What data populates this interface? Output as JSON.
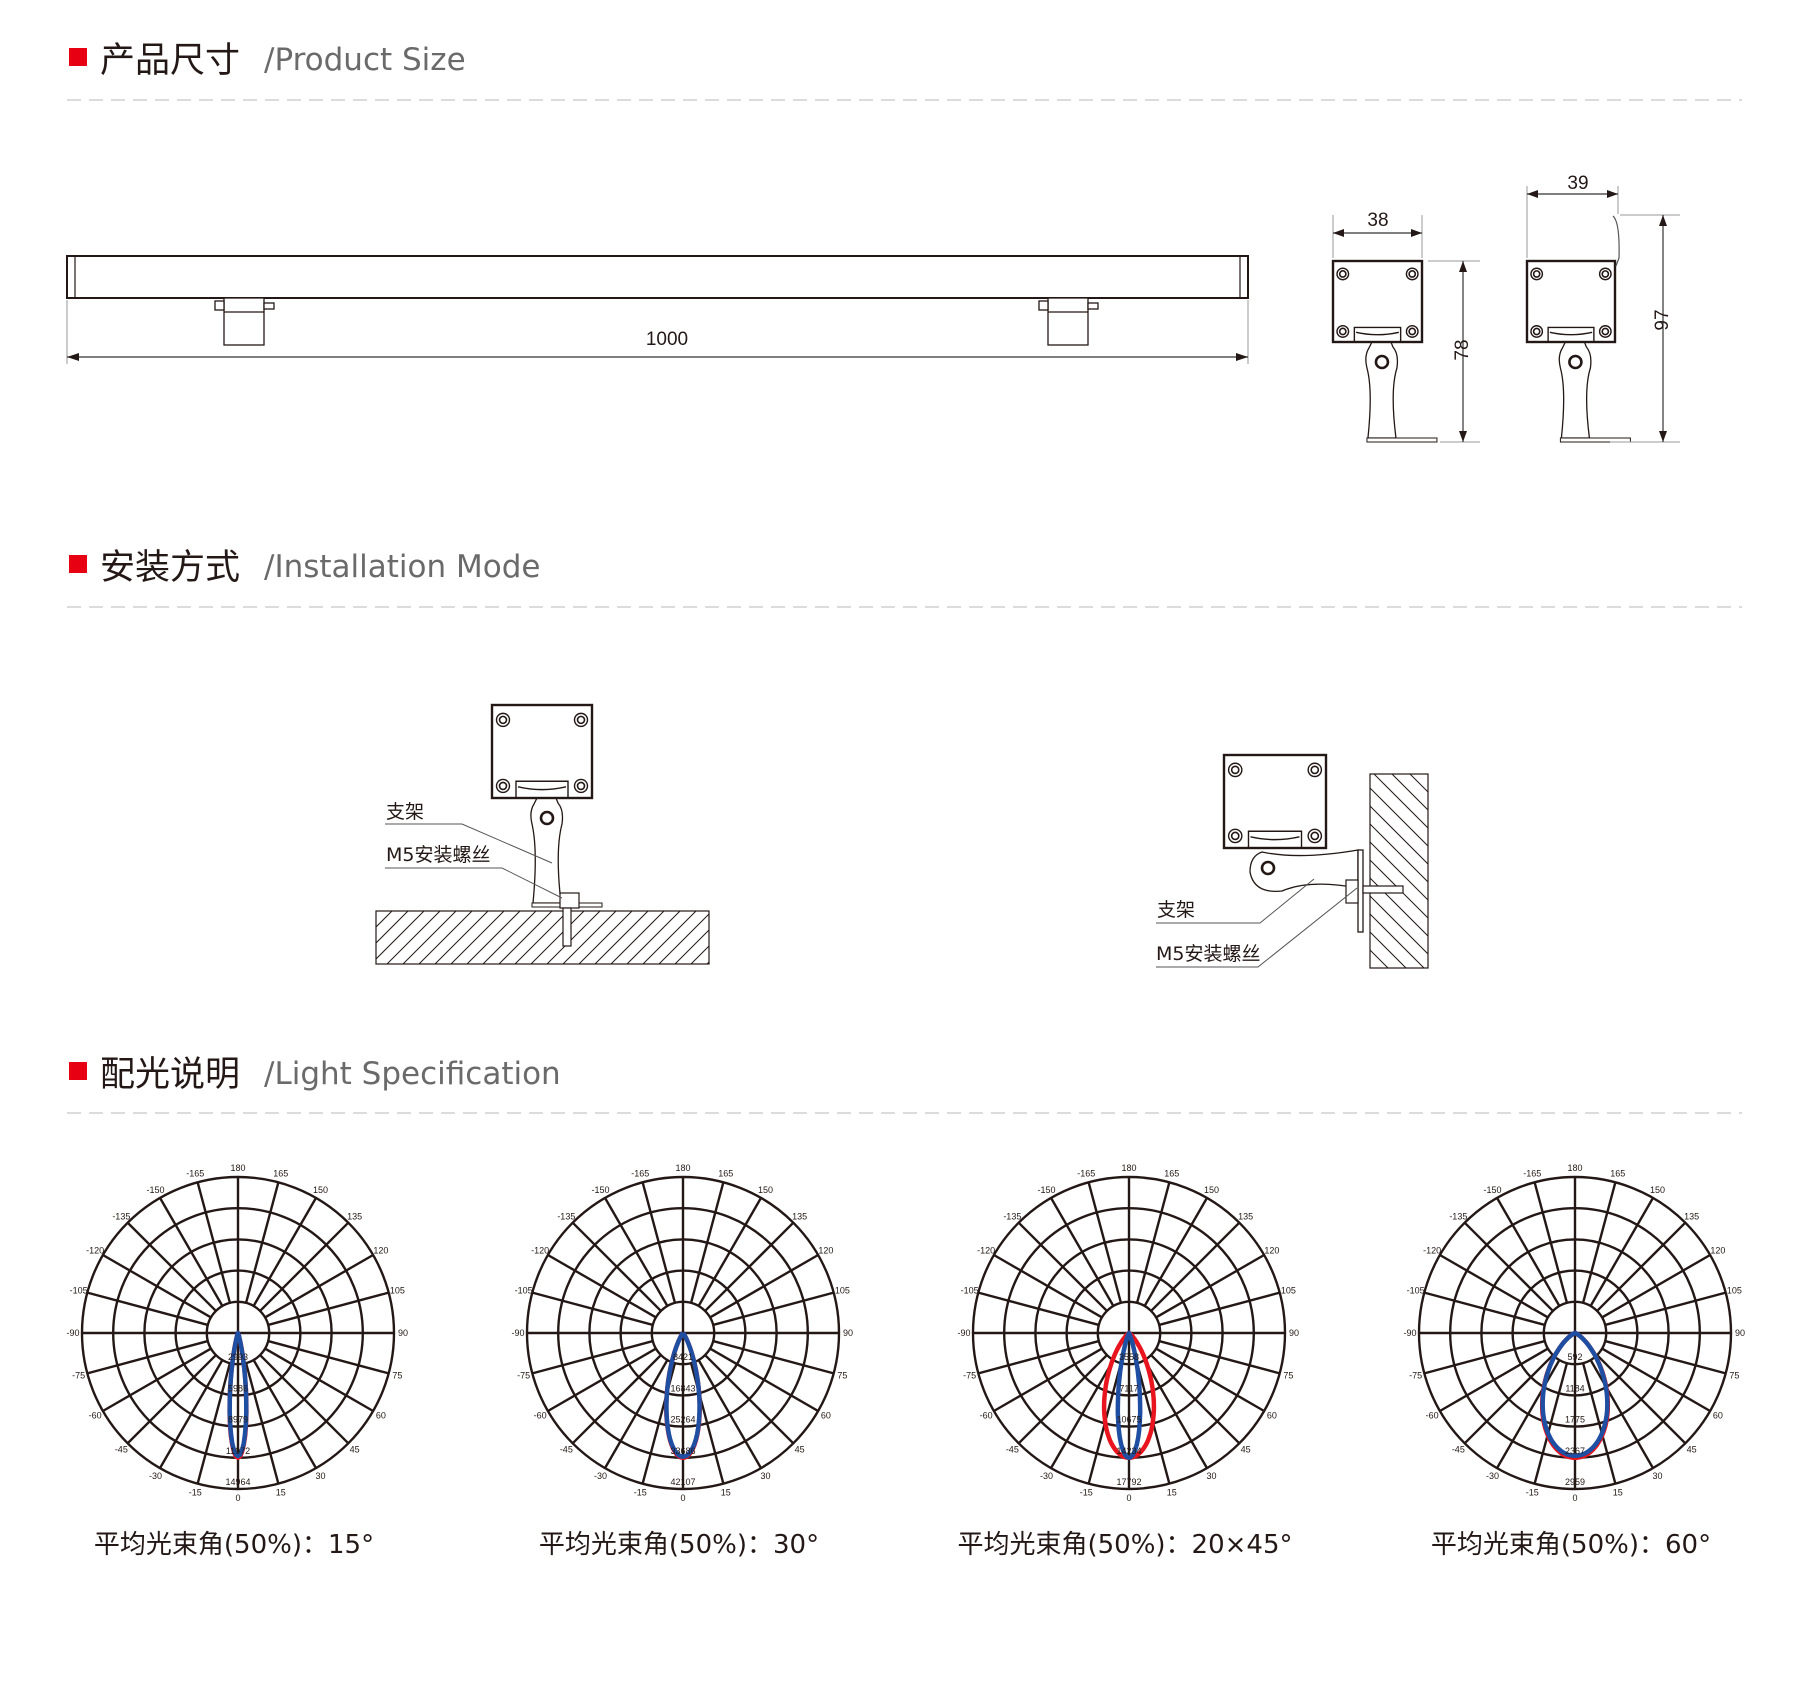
{
  "sections": {
    "size": {
      "title_cn": "产品尺寸",
      "title_en": "/Product Size"
    },
    "install": {
      "title_cn": "安装方式",
      "title_en": "/Installation Mode"
    },
    "light": {
      "title_cn": "配光说明",
      "title_en": "/Light Specification"
    }
  },
  "dimensions": {
    "length": "1000",
    "width_a": "38",
    "height_a": "78",
    "width_b": "39",
    "height_b": "97"
  },
  "install_labels": {
    "bracket": "支架",
    "screw": "M5安装螺丝"
  },
  "colors": {
    "accent": "#e60012",
    "curve_red": "#e8141e",
    "curve_blue": "#1f4fa3",
    "grid": "#231815",
    "divider": "#dcdcdc"
  },
  "chart_data": [
    {
      "type": "polar",
      "angle_ticks": [
        "180",
        "165",
        "150",
        "135",
        "120",
        "105",
        "90",
        "75",
        "60",
        "45",
        "30",
        "15",
        "0",
        "-15",
        "-30",
        "-45",
        "-60",
        "-75",
        "-90",
        "-105",
        "-120",
        "-135",
        "-150",
        "-165"
      ],
      "radial_ticks": [
        "2993",
        "5986",
        "8979",
        "11972",
        "14964"
      ],
      "radial_max": 14964,
      "caption": "平均光束角(50%)：15°",
      "series": [
        {
          "color": "#e8141e",
          "beam_angle": 15,
          "peak": 11972
        },
        {
          "color": "#1f4fa3",
          "beam_angle": 15,
          "peak": 11800
        }
      ]
    },
    {
      "type": "polar",
      "angle_ticks": [
        "180",
        "165",
        "150",
        "135",
        "120",
        "105",
        "90",
        "75",
        "60",
        "45",
        "30",
        "15",
        "0",
        "-15",
        "-30",
        "-45",
        "-60",
        "-75",
        "-90",
        "-105",
        "-120",
        "-135",
        "-150",
        "-165"
      ],
      "radial_ticks": [
        "8421",
        "16843",
        "25264",
        "33686",
        "42107"
      ],
      "radial_max": 42107,
      "caption": "平均光束角(50%)：30°",
      "series": [
        {
          "color": "#e8141e",
          "beam_angle": 30,
          "peak": 33686
        },
        {
          "color": "#1f4fa3",
          "beam_angle": 30,
          "peak": 33400
        }
      ]
    },
    {
      "type": "polar",
      "angle_ticks": [
        "180",
        "165",
        "150",
        "135",
        "120",
        "105",
        "90",
        "75",
        "60",
        "45",
        "30",
        "15",
        "0",
        "-15",
        "-30",
        "-45",
        "-60",
        "-75",
        "-90",
        "-105",
        "-120",
        "-135",
        "-150",
        "-165"
      ],
      "radial_ticks": [
        "3558",
        "7117",
        "10675",
        "14234",
        "17792"
      ],
      "radial_max": 17792,
      "caption": "平均光束角(50%)：20×45°",
      "series": [
        {
          "color": "#e8141e",
          "beam_angle": 45,
          "peak": 14234
        },
        {
          "color": "#1f4fa3",
          "beam_angle": 20,
          "peak": 14234
        }
      ]
    },
    {
      "type": "polar",
      "angle_ticks": [
        "180",
        "165",
        "150",
        "135",
        "120",
        "105",
        "90",
        "75",
        "60",
        "45",
        "30",
        "15",
        "0",
        "-15",
        "-30",
        "-45",
        "-60",
        "-75",
        "-90",
        "-105",
        "-120",
        "-135",
        "-150",
        "-165"
      ],
      "radial_ticks": [
        "592",
        "1184",
        "1775",
        "2367",
        "2959"
      ],
      "radial_max": 2959,
      "caption": "平均光束角(50%)：60°",
      "series": [
        {
          "color": "#e8141e",
          "beam_angle": 60,
          "peak": 2367
        },
        {
          "color": "#1f4fa3",
          "beam_angle": 60,
          "peak": 2330
        }
      ]
    }
  ]
}
